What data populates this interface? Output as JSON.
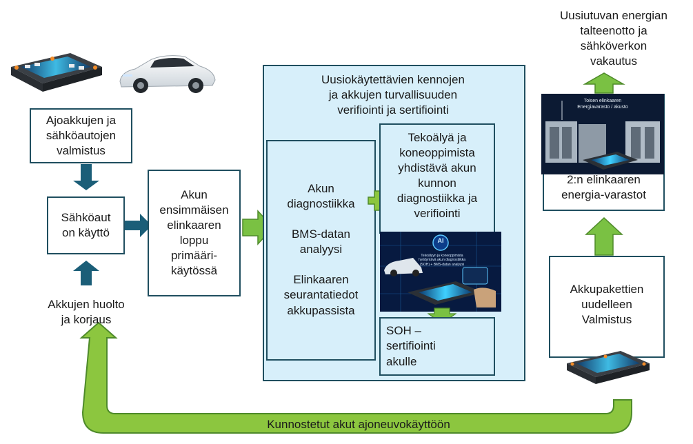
{
  "colors": {
    "box_border": "#1f4e5f",
    "panel_fill": "#d7effa",
    "arrow_dark": "#1b5e78",
    "arrow_green": "#7ac143",
    "arrow_green_edge": "#4e8a2a",
    "loop_fill": "#8cc63f"
  },
  "icons": {
    "battery": "battery-pack-icon",
    "car": "electric-car-icon",
    "storage": "energy-storage-icon",
    "ai": "ai-diagnostics-icon"
  },
  "nodes": {
    "manufacturing": "Ajoakkujen ja\nsähköautojen\nvalmistus",
    "in_use": "Sähköaut\non käyttö",
    "service": "Akkujen huolto\nja korjaus",
    "end_of_life": "Akun\nensimmäisen\nelinkaaren\nloppu\nprimääri-\nkäytössä",
    "panel_title": "Uusiokäytettävien kennojen\nja akkujen turvallisuuden\nverifiointi ja sertifiointi",
    "diagnostics_a": "Akun\ndiagnostiikka",
    "diagnostics_b": "BMS-datan\nanalyysi",
    "diagnostics_c": "Elinkaaren\nseurantatiedot\nakkupassista",
    "ai_diagnostics": "Tekoälyä ja\nkoneoppimista\nyhdistävä akun\nkunnon\ndiagnostiikka ja\nverifiointi",
    "soh": "SOH –\nsertifiointi\nakulle",
    "remanufacture": "Akkupakettien\nuudelleen\nValmistus",
    "second_life": "2:n elinkaaren\nenergia-varastot",
    "renewables": "Uusiutuvan energian\ntalteenotto ja\nsähköverkon\nvakautus",
    "loop_label": "Kunnostetut akut ajoneuvokäyttöön"
  },
  "images": {
    "storage_caption_1": "Toisen elinkaaren",
    "storage_caption_2": "Energiavarasto / akusto",
    "ai_badge": "AI",
    "ai_caption_1": "Tekoälyyn ja koneoppimista",
    "ai_caption_2": "hyödyntävä akun diagnostiikka",
    "ai_caption_3": "(SOH) + BMS-datan analyysi"
  }
}
